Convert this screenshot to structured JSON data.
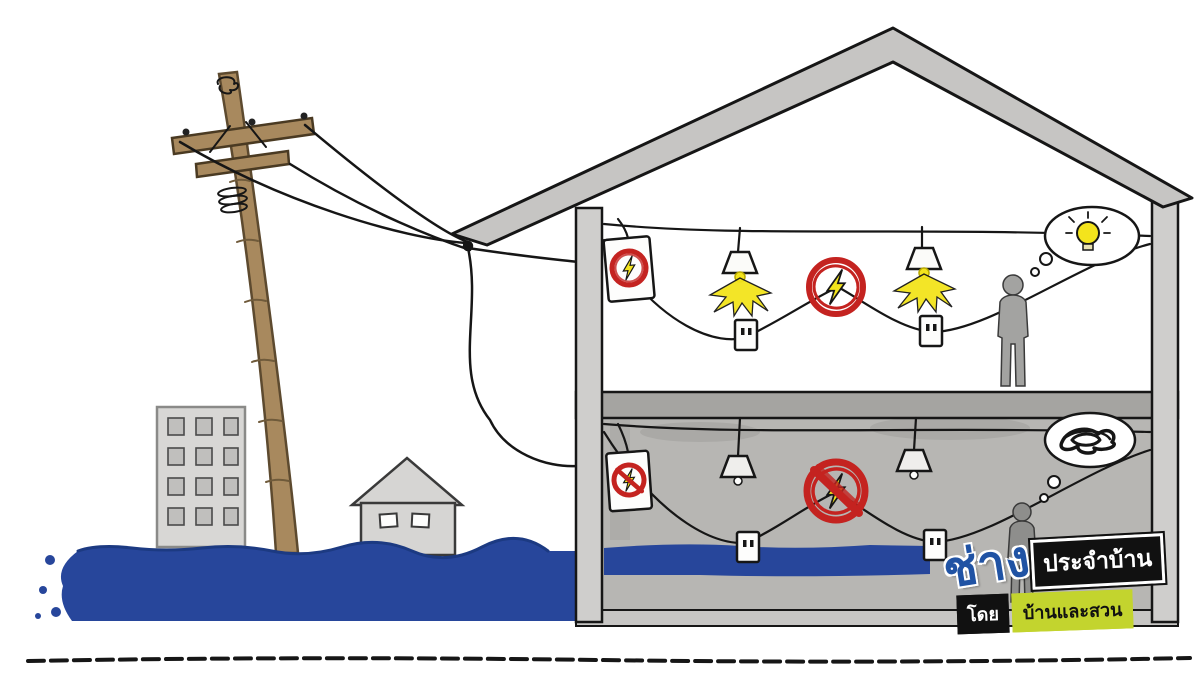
{
  "title": "flood-electrical-safety-cartoon",
  "logo": {
    "brand_word": "ช่าง",
    "brand_title": "ประจำบ้าน",
    "by_label": "โดย",
    "publisher": "บ้านและสวน"
  },
  "icons": {
    "hazard_sign": "lightning-bolt-in-red-circle",
    "prohibition_sign": "lightning-bolt-in-red-circle-with-slash",
    "idea": "glowing-lightbulb-in-thought-bubble",
    "confusion": "black-scribble-in-thought-bubble",
    "lamp": "cone-pendant-lamp",
    "outlet": "wall-power-outlet"
  },
  "colors": {
    "water": "#27469b",
    "water_deep": "#1c3a82",
    "hazard_red": "#c42320",
    "electric_yellow": "#f3e41c",
    "lamp_yellow": "#f3e41c",
    "pole_wood": "#a8895e",
    "roof_gray": "#c6c5c3",
    "wall_gray": "#cfcecc",
    "slab_gray": "#a5a4a1",
    "lower_room_gray": "#b7b6b3",
    "ink": "#161616",
    "silhouette_light": "#a3a3a1",
    "silhouette_dark": "#8e8e8c",
    "logo_blue": "#2053a4",
    "logo_yellow_green": "#c3d42e",
    "logo_black": "#111111"
  }
}
